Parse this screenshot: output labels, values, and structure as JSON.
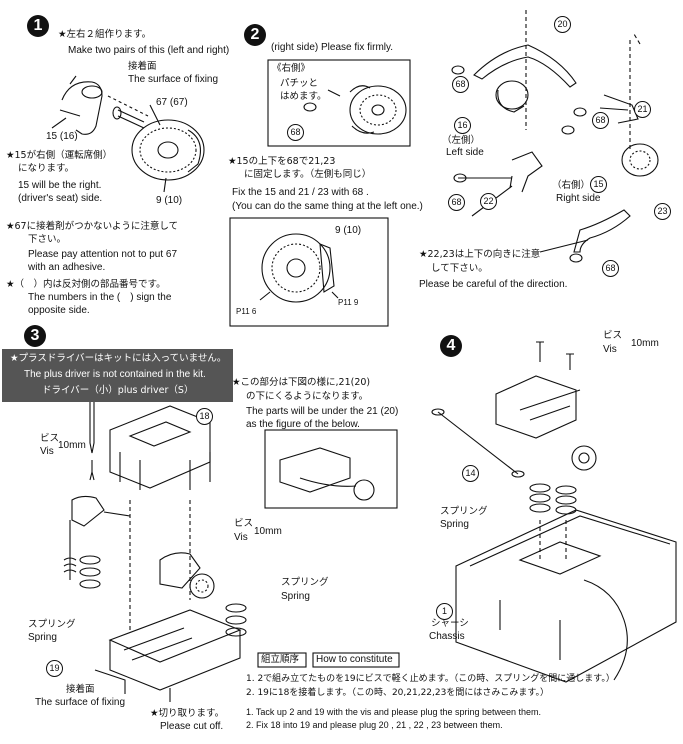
{
  "steps": [
    "1",
    "2",
    "3",
    "4"
  ],
  "step1": {
    "note_jp": "★左右２組作ります。",
    "note_en": "Make two pairs of this (left and right)",
    "fix_jp": "接着面",
    "fix_en": "The surface of fixing",
    "part_67": "67 (67)",
    "part_15": "15 (16)",
    "part_9": "9 (10)",
    "right_jp_1": "★15が右側（運転席側）",
    "right_jp_2": "になります。",
    "right_en_1": "15 will be the right.",
    "right_en_2": "(driver's seat) side.",
    "adh_jp_1": "★67に接着剤がつかないように注意して",
    "adh_jp_2": "下さい。",
    "adh_en_1": "Please pay attention not to put 67",
    "adh_en_2": "with an adhesive.",
    "opp_jp": "★（　）内は反対側の部品番号です。",
    "opp_en_1": "The numbers in the (　) sign the",
    "opp_en_2": "opposite side."
  },
  "step2": {
    "right_side_en": "(right side) Please fix firmly.",
    "right_side_jp": "《右側》",
    "snap_jp_1": "パチッと",
    "snap_jp_2": "はめます。",
    "part_68": "68",
    "fix_jp_1": "★15の上下を68で21,23",
    "fix_jp_2": "に固定します。（左側も同じ）",
    "fix_en_1": "Fix the 15 and 21 / 23 with 68 .",
    "fix_en_2": "(You can do the same thing at the left one.)",
    "detail_part": "9 (10)",
    "p6": "P11 6",
    "p9": "P11 9"
  },
  "exploded": {
    "p20": "20",
    "p68a": "68",
    "p21": "21",
    "p68b": "68",
    "p16": "16",
    "left_jp": "（左側）",
    "left_en": "Left side",
    "p15": "15",
    "right_jp": "（右側）",
    "right_en": "Right side",
    "p22": "22",
    "p68c": "68",
    "p23": "23",
    "p68d": "68",
    "dir_jp_1": "★22,23は上下の向きに注意",
    "dir_jp_2": "して下さい。",
    "dir_en": "Please be careful of the direction."
  },
  "step3": {
    "warn_jp": "★プラスドライバーはキットには入っていません。",
    "warn_en": "The plus driver is not contained in the kit.",
    "driver": "ドライバー（小）plus driver（S）",
    "vis_jp": "ビス",
    "vis_en": "Vis",
    "vis_size": "10mm",
    "p18": "18",
    "under_jp_1": "★この部分は下図の様に,21(20)",
    "under_jp_2": "の下にくるようになります。",
    "under_en_1": "The parts will be under the 21 (20)",
    "under_en_2": "as the figure of the below.",
    "spring_jp": "スプリング",
    "spring_en": "Spring",
    "p19": "19",
    "fix_jp": "接着面",
    "fix_en": "The surface of fixing",
    "cut_jp": "★切り取ります。",
    "cut_en": "Please cut off."
  },
  "step4": {
    "vis_jp": "ビス",
    "vis_en": "Vis",
    "vis_size": "10mm",
    "p14": "14",
    "spring_jp": "スプリング",
    "spring_en": "Spring",
    "chassis_num": "1",
    "chassis_jp": "シャーシ",
    "chassis_en": "Chassis"
  },
  "order": {
    "label_jp": "組立順序",
    "label_en": "How to constitute",
    "jp_1": "1. 2で組み立てたものを19にビスで軽く止めます。（この時、スプリングを間に通します。）",
    "jp_2": "2. 19に18を接着します。（この時、20,21,22,23を間にはさみこみます。）",
    "en_1": "1. Tack up 2 and 19 with the vis and please plug the spring between them.",
    "en_2": "2. Fix 18 into 19 and please plug 20 , 21 , 22 , 23 between them."
  }
}
